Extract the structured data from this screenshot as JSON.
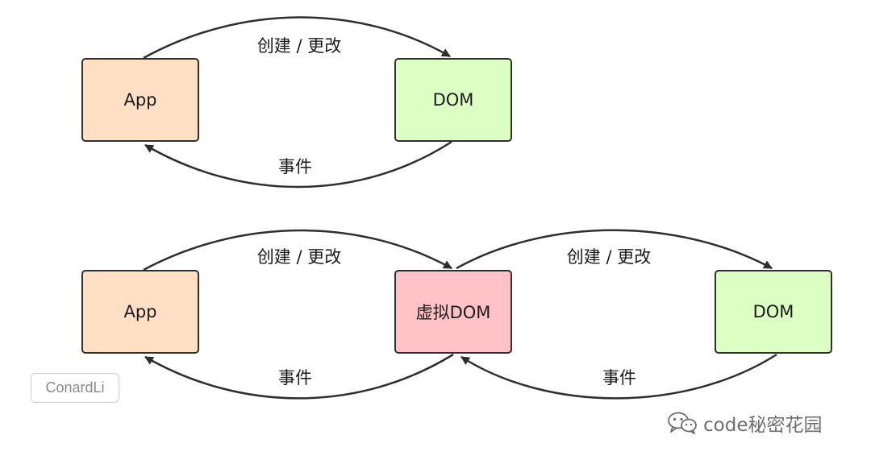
{
  "nodes": {
    "top_app": "App",
    "top_dom": "DOM",
    "bottom_app": "App",
    "bottom_vdom": "虚拟DOM",
    "bottom_dom": "DOM"
  },
  "edges": {
    "create_update": "创建 / 更改",
    "event": "事件"
  },
  "colors": {
    "app_fill": "#ffe0c4",
    "dom_fill": "#dcffc4",
    "vdom_fill": "#ffc2c6",
    "stroke": "#2f2f2f"
  },
  "tag": "ConardLi",
  "watermark": "code秘密花园"
}
